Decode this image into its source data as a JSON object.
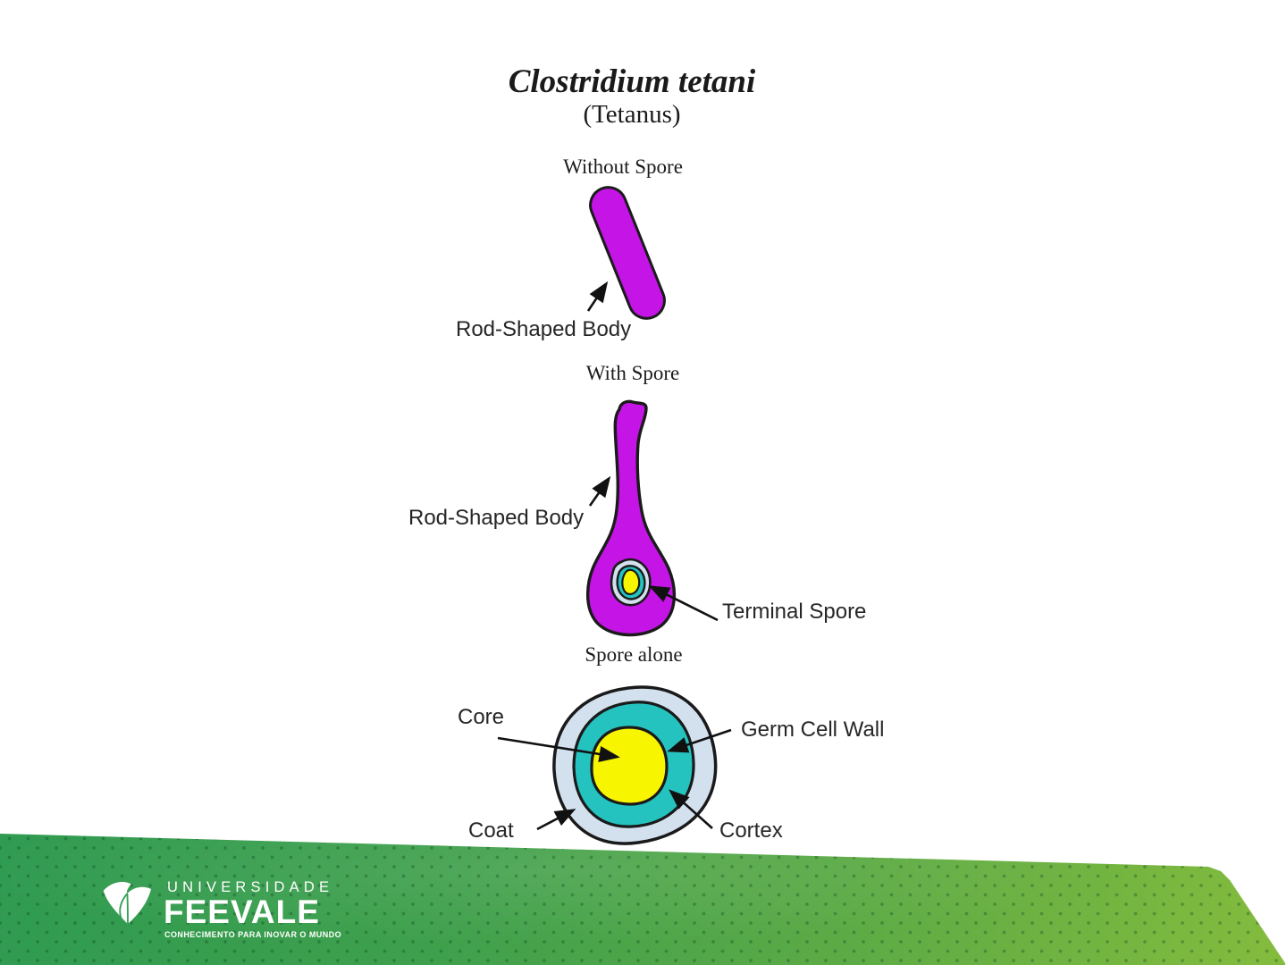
{
  "slide": {
    "title": "Clostridium tetani",
    "subtitle": "(Tetanus)",
    "without_spore": {
      "heading": "Without Spore",
      "rod_label": "Rod-Shaped Body"
    },
    "with_spore": {
      "heading": "With Spore",
      "rod_label": "Rod-Shaped Body",
      "spore_label": "Terminal Spore"
    },
    "spore_alone": {
      "heading": "Spore alone",
      "core_label": "Core",
      "germ_cell_wall_label": "Germ Cell Wall",
      "coat_label": "Coat",
      "cortex_label": "Cortex"
    },
    "colors": {
      "cell_body": "#C414E6",
      "spore_coat": "#D3E1EF",
      "spore_cortex": "#25C3C0",
      "spore_core": "#F8F500",
      "outline": "#1A1A1A"
    }
  },
  "footer": {
    "logo_line1": "UNIVERSIDADE",
    "logo_line2": "FEEVALE",
    "tagline": "CONHECIMENTO PARA INOVAR O MUNDO",
    "banner_green_left": "#2F9B51",
    "banner_green_right": "#84BC3D",
    "logo_color": "#FFFFFF"
  }
}
